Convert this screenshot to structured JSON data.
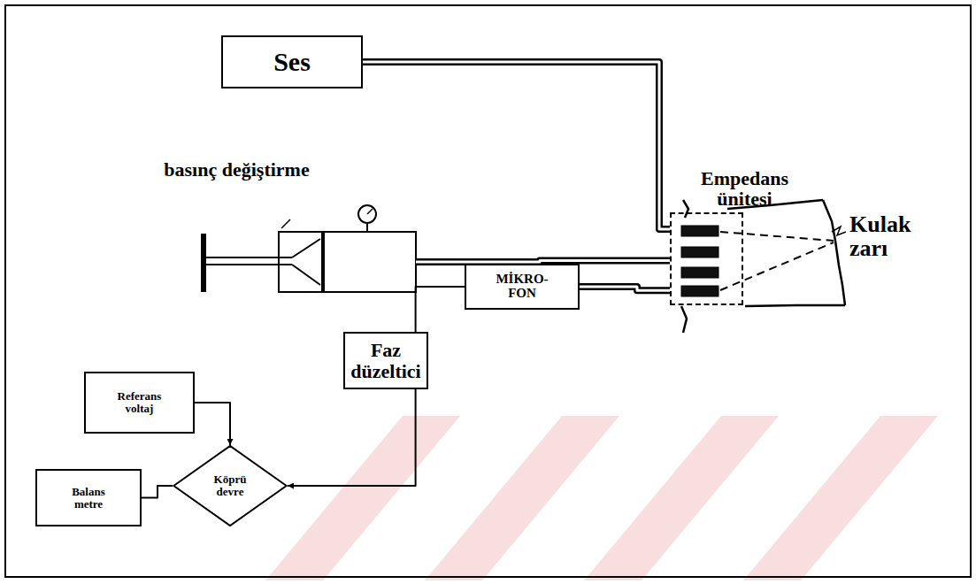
{
  "diagram": {
    "nodes": [
      {
        "text": [
          "Ses"
        ]
      },
      {
        "text": [
          "basınç değiştirme"
        ]
      },
      {
        "text": [
          "Empedans ünitesi"
        ]
      },
      {
        "text": [
          "MİKRO- FON"
        ]
      },
      {
        "text": [
          "Faz düzeltici"
        ]
      },
      {
        "text": [
          "Referans voltaj"
        ]
      },
      {
        "text": [
          "Köprü devre"
        ]
      },
      {
        "text": [
          "Balans metre"
        ]
      }
    ],
    "edges": [
      {
        "from": 0,
        "to": 2,
        "arrow": "none"
      },
      {
        "from": 1,
        "to": 2,
        "arrow": "none"
      },
      {
        "from": 2,
        "to": 3,
        "arrow": "none"
      },
      {
        "from": 3,
        "to": 4,
        "arrow": "none"
      },
      {
        "from": 5,
        "to": 6,
        "arrow": "to"
      },
      {
        "from": 4,
        "to": 6,
        "arrow": "to"
      },
      {
        "from": 6,
        "to": 7,
        "arrow": "none"
      }
    ],
    "labels": [
      "Kulak zarı"
    ]
  }
}
